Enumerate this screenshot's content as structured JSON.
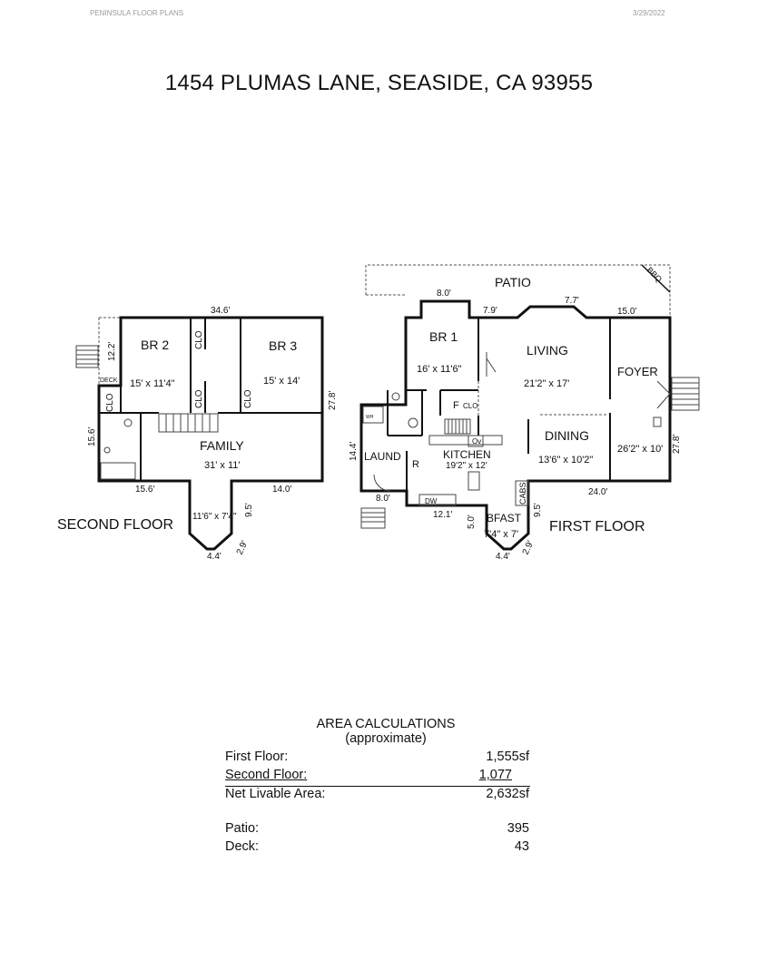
{
  "header": {
    "left": "PENINSULA FLOOR PLANS",
    "right": "3/29/2022"
  },
  "title": "1454 PLUMAS LANE, SEASIDE, CA 93955",
  "second_floor": {
    "label": "SECOND FLOOR",
    "rooms": {
      "br2": "BR 2",
      "br2_size": "15' x 11'4\"",
      "br3": "BR 3",
      "br3_size": "15' x 14'",
      "family": "FAMILY",
      "family_size": "31' x 11'",
      "bay_size": "11'6\" x 7'4\"",
      "clo": "CLO",
      "deck": "DECK"
    },
    "dims": {
      "top": "34.6'",
      "left_deck": "12.2'",
      "left": "15.6'",
      "right": "27.8'",
      "bottom_left": "15.6'",
      "bottom_right": "14.0'",
      "bay_side": "9.5'",
      "bay_bottom": "4.4'",
      "bay_corner": "2.9'"
    }
  },
  "first_floor": {
    "label": "FIRST FLOOR",
    "rooms": {
      "patio": "PATIO",
      "bbq": "BBQ",
      "br1": "BR 1",
      "br1_size": "16' x 11'6\"",
      "living": "LIVING",
      "living_size": "21'2\" x 17'",
      "foyer": "FOYER",
      "foyer_size": "26'2\" x 10'",
      "dining": "DINING",
      "dining_size": "13'6\" x 10'2\"",
      "kitchen": "KITCHEN",
      "kitchen_size": "19'2\" x 12'",
      "laund": "LAUND",
      "bfast": "BFAST",
      "bfast_size": "7'4\" x 7'",
      "f": "F",
      "clo": "CLO",
      "r": "R",
      "ov": "Ov",
      "dw": "DW",
      "cabs": "CABS",
      "wh": "WH"
    },
    "dims": {
      "br1_top": "8.0'",
      "top_mid": "7.9'",
      "living_top": "7.7'",
      "foyer_top": "15.0'",
      "right": "27.8'",
      "laund_side": "14.4'",
      "laund_bottom": "8.0'",
      "kitchen_bottom": "12.1'",
      "bfast_left": "5.0'",
      "bfast_right": "9.5'",
      "bfast_bottom": "4.4'",
      "bfast_corner": "2.9'",
      "bottom_right": "24.0'"
    }
  },
  "area_calculations": {
    "title": "AREA CALCULATIONS",
    "subtitle": "(approximate)",
    "rows": [
      {
        "label": "First Floor:",
        "value": "1,555sf"
      },
      {
        "label": "Second Floor:",
        "value": "1,077"
      },
      {
        "label": "Net Livable Area:",
        "value": "2,632sf"
      },
      {
        "label": "Patio:",
        "value": "395"
      },
      {
        "label": "Deck:",
        "value": "43"
      }
    ]
  }
}
